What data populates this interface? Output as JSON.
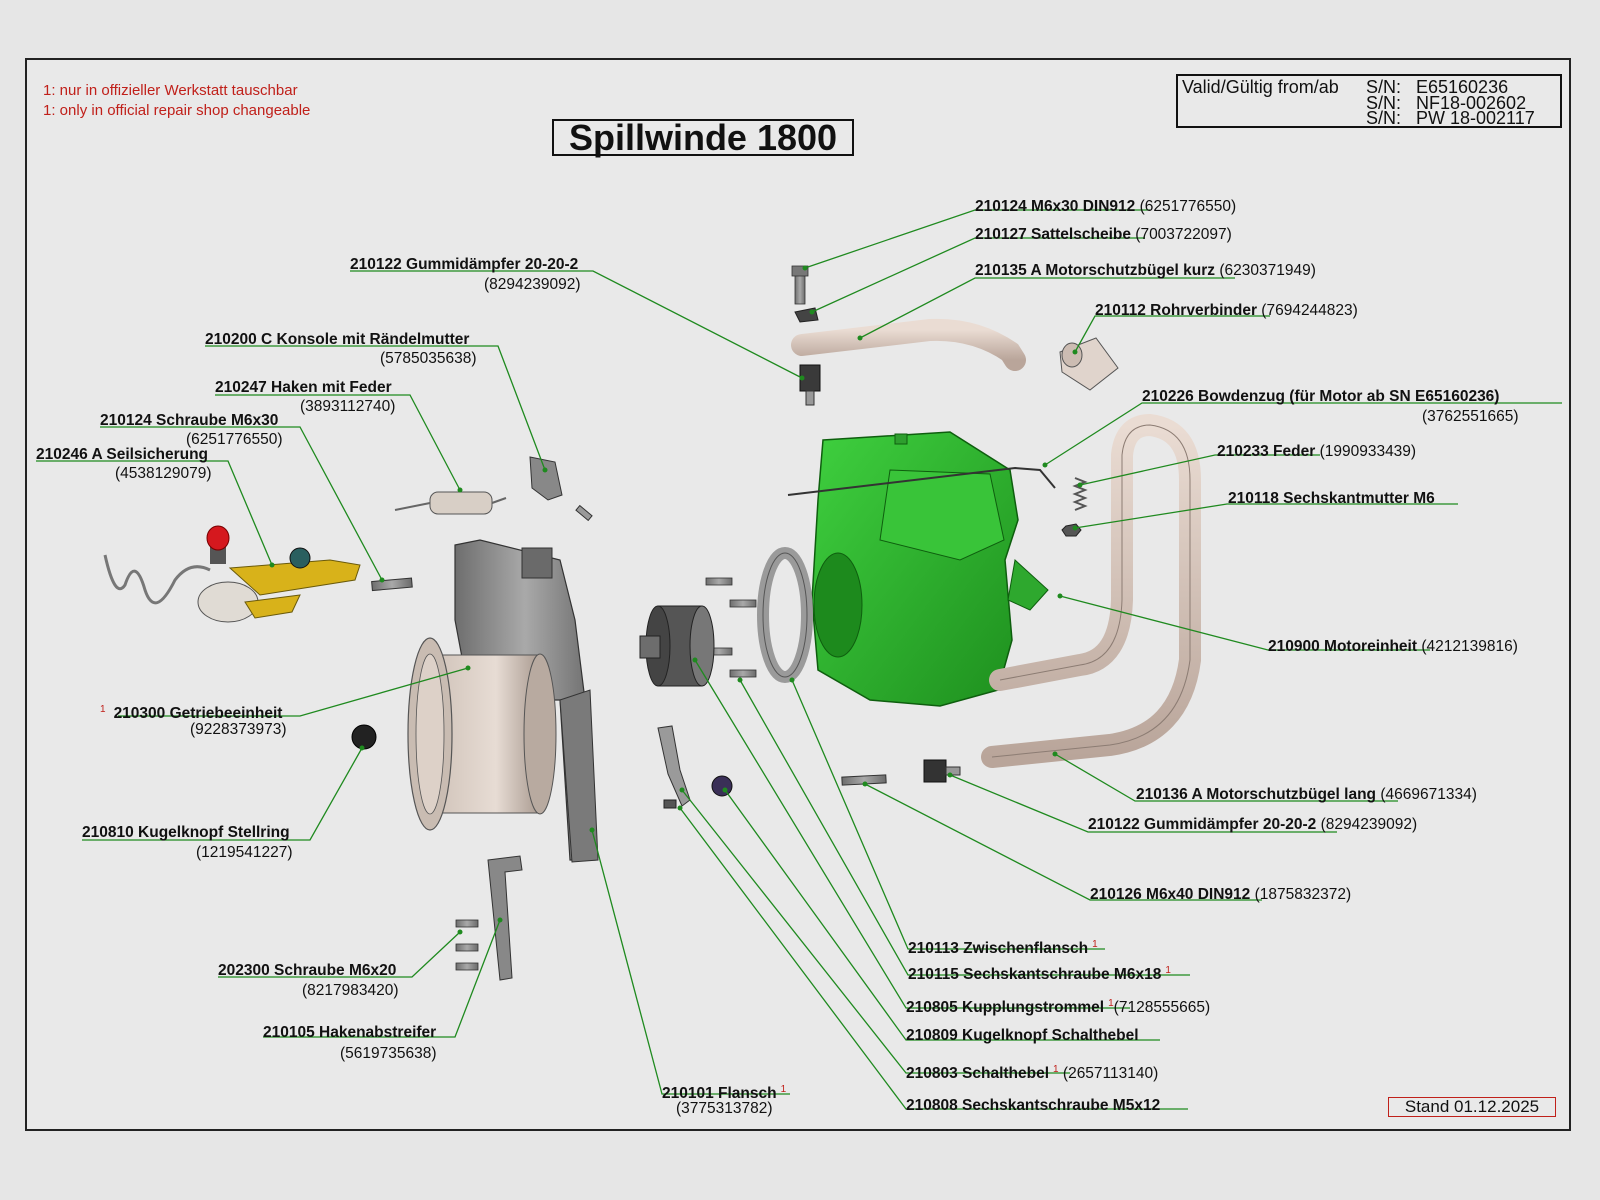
{
  "notes": [
    "1: nur in offizieller Werkstatt tauschbar",
    "1: only in official repair shop changeable"
  ],
  "title": "Spillwinde 1800",
  "validity": {
    "label": "Valid/Gültig from/ab",
    "entries": [
      {
        "prefix": "S/N:",
        "value": "E65160236"
      },
      {
        "prefix": "S/N:",
        "value": "NF18-002602"
      },
      {
        "prefix": "S/N:",
        "value": "PW 18-002117"
      }
    ]
  },
  "stand": "Stand 01.12.2025",
  "part_colors": {
    "motor": "#2fae2f",
    "tube": "#d8c6bb",
    "metal": "#8a8a8a",
    "leader": "#1f8a1f",
    "note": "#c0201a"
  },
  "labels": {
    "l1": {
      "name": "210124 M6x30 DIN912",
      "code": "(6251776550)"
    },
    "l2": {
      "name": "210127 Sattelscheibe",
      "code": "(7003722097)"
    },
    "l3": {
      "name": "210135 A Motorschutzbügel kurz",
      "code": "(6230371949)"
    },
    "l4": {
      "name": "210112 Rohrverbinder",
      "code": "(7694244823)"
    },
    "l5": {
      "name": "210226 Bowdenzug (für Motor ab  SN E65160236)",
      "code": "(3762551665)"
    },
    "l6": {
      "name": "210233 Feder",
      "code": "(1990933439)"
    },
    "l7": {
      "name": "210118 Sechskantmutter M6"
    },
    "l8": {
      "name": "210900 Motoreinheit",
      "code": "(4212139816)"
    },
    "l9": {
      "name": "210136 A Motorschutzbügel lang",
      "code": "(4669671334)"
    },
    "l10": {
      "name": "210122 Gummidämpfer 20-20-2",
      "code": "(8294239092)"
    },
    "l11": {
      "name": "210126 M6x40 DIN912",
      "code": "(1875832372)"
    },
    "l12": {
      "name": "210113 Zwischenflansch",
      "sup": "1"
    },
    "l13": {
      "name": "210115 Sechskantschraube M6x18",
      "sup": "1"
    },
    "l14": {
      "name": "210805 Kupplungstrommel",
      "sup": "1",
      "code": "(7128555665)"
    },
    "l15": {
      "name": "210809 Kugelknopf Schalthebel"
    },
    "l16": {
      "name": "210803 Schalthebel",
      "sup": "1",
      "code": "(2657113140)"
    },
    "l17": {
      "name": "210808 Sechskantschraube M5x12"
    },
    "l18": {
      "name": "210101 Flansch",
      "sup": "1",
      "code": "(3775313782)"
    },
    "l19": {
      "name": "210105 Hakenabstreifer",
      "code": "(5619735638)"
    },
    "l20": {
      "name": "202300 Schraube M6x20",
      "code": "(8217983420)"
    },
    "l21": {
      "name": "210810 Kugelknopf Stellring",
      "code": "(1219541227)"
    },
    "l22": {
      "name": "210300 Getriebeeinheit",
      "sup": "1",
      "code": "(9228373973)"
    },
    "l23": {
      "name": "210246 A Seilsicherung",
      "code": "(4538129079)"
    },
    "l24": {
      "name": "210124 Schraube M6x30",
      "code": "(6251776550)"
    },
    "l25": {
      "name": "210247 Haken mit Feder",
      "code": "(3893112740)"
    },
    "l26": {
      "name": "210200 C Konsole mit Rändelmutter",
      "code": "(5785035638)"
    },
    "l27": {
      "name": "210122 Gummidämpfer 20-20-2",
      "code": "(8294239092)"
    }
  }
}
